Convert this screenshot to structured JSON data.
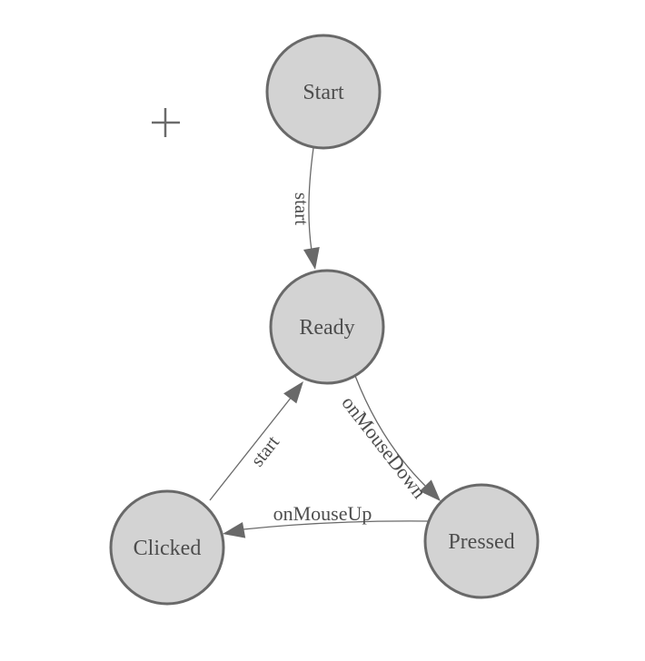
{
  "canvas": {
    "background": "#ffffff",
    "crosshair_icon": "plus-crosshair"
  },
  "diagram": {
    "type": "state-machine-diagram",
    "nodes": [
      {
        "id": "start",
        "label": "Start"
      },
      {
        "id": "ready",
        "label": "Ready"
      },
      {
        "id": "clicked",
        "label": "Clicked"
      },
      {
        "id": "pressed",
        "label": "Pressed"
      }
    ],
    "edges": [
      {
        "from": "Start",
        "to": "Ready",
        "label": "start"
      },
      {
        "from": "Clicked",
        "to": "Ready",
        "label": "start"
      },
      {
        "from": "Ready",
        "to": "Pressed",
        "label": "onMouseDown"
      },
      {
        "from": "Pressed",
        "to": "Clicked",
        "label": "onMouseUp"
      }
    ],
    "colors": {
      "node_fill": "#d3d3d3",
      "node_border": "#696969",
      "edge_line": "#696969",
      "arrowhead": "#696969",
      "label_text": "#4d4d4d",
      "crosshair": "#6b6b6b"
    }
  }
}
